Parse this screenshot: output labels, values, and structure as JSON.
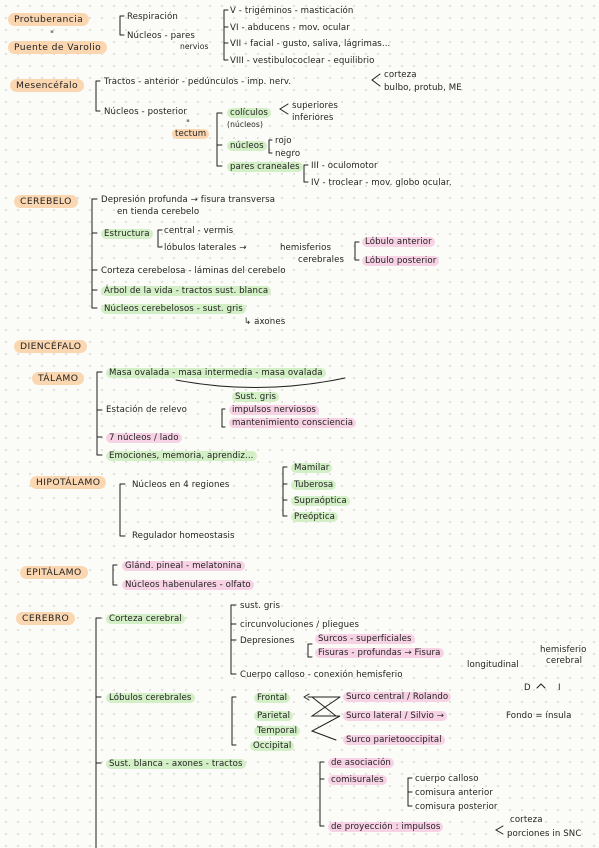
{
  "sections": {
    "protuberancia": "Protuberancia",
    "ii": "\"",
    "puente": "Puente de Varolio",
    "mesencefalo": "Mesencéfalo",
    "cerebelo": "CEREBELO",
    "diencefalo": "DIENCÉFALO",
    "talamo": "TÁLAMO",
    "hipotalamo": "HIPOTÁLAMO",
    "epitalamo": "EPITÁLAMO",
    "cerebro": "CEREBRO"
  },
  "protuberancia": {
    "respiracion": "Respiración",
    "nucleos_pares": "Núcleos - pares",
    "nervios": "nervios",
    "pares": [
      "V - trigéminos - masticación",
      "VI - abducens - mov. ocular",
      "VII - facial - gusto, saliva, lágrimas...",
      "VIII - vestibulococlear - equilibrio"
    ]
  },
  "mesencefalo": {
    "tractos": "Tractos - anterior - pedúnculos - imp. nerv.",
    "corteza": "corteza",
    "bulbo": "bulbo, protub, ME",
    "nucleos": "Núcleos - posterior",
    "ii": "\"",
    "tectum": "tectum",
    "coliculos": "colículos",
    "nucleos_par": "(núcleos)",
    "superiores": "superiores",
    "inferiores": "inferiores",
    "nucleos2": "núcleos",
    "rojo": "rojo",
    "negro": "negro",
    "pares_craneales": "pares craneales",
    "iii": "III - oculomotor",
    "iv": "IV - troclear - mov. globo ocular."
  },
  "cerebelo": {
    "depresion": "Depresión profunda → fisura transversa",
    "tienda": "en tienda cerebelo",
    "estructura": "Estructura",
    "central": "central - vermis",
    "lobulos": "lóbulos laterales →",
    "hemisferios": "hemisferios",
    "cerebrales": "cerebrales",
    "lobulo_anterior": "Lóbulo anterior",
    "lobulo_posterior": "Lóbulo posterior",
    "corteza": "Corteza cerebelosa - láminas del cerebelo",
    "arbol": "Árbol de la vida - tractos sust. blanca",
    "nucleos": "Núcleos cerebelosos - sust. gris",
    "axones": "↳ axones"
  },
  "talamo": {
    "masa": "Masa ovalada - masa intermedia - masa ovalada",
    "sust_gris": "Sust. gris",
    "estacion": "Estación de relevo",
    "impulsos": "impulsos nerviosos",
    "mantenimiento": "mantenimiento consciencia",
    "nucleos": "7 núcleos / lado",
    "emociones": "Emociones, memoria, aprendiz..."
  },
  "hipotalamo": {
    "nucleos": "Núcleos en 4 regiones",
    "regiones": [
      "Mamilar",
      "Tuberosa",
      "Supraóptica",
      "Preóptica"
    ],
    "regulador": "Regulador homeostasis"
  },
  "epitalamo": {
    "glandula": "Glánd. pineal - melatonina",
    "habenulares": "Núcleos habenulares - olfato"
  },
  "cerebro": {
    "corteza": "Corteza cerebral",
    "sust_gris": "sust. gris",
    "circunvoluciones": "circunvoluciones / pliegues",
    "depresiones": "Depresiones",
    "surcos": "Surcos - superficiales",
    "fisuras": "Fisuras - profundas → Fisura",
    "longitudinal": "longitudinal",
    "hemisferio": "hemisferio",
    "cerebral": "cerebral",
    "d": "D",
    "i": "I",
    "cuerpo": "Cuerpo calloso - conexión hemisferio",
    "lobulos": "Lóbulos cerebrales",
    "frontal": "Frontal",
    "parietal": "Parietal",
    "temporal": "Temporal",
    "occipital": "Occipital",
    "surco_central": "Surco central / Rolando",
    "surco_lateral": "Surco lateral / Silvio →",
    "fondo": "Fondo = ínsula",
    "surco_parieto": "Surco parietooccipital",
    "sust_blanca": "Sust. blanca - axones - tractos",
    "asociacion": "de asociación",
    "comisurales": "comisurales",
    "cuerpo_calloso": "cuerpo calloso",
    "comisura_anterior": "comisura anterior",
    "comisura_posterior": "comisura posterior",
    "proyeccion": "de proyección : impulsos",
    "corteza2": "corteza",
    "porciones": "porciones in SNC"
  },
  "colors": {
    "orange": "#fbd7b1",
    "green": "#d3efc6",
    "pink": "#f7d2e4"
  }
}
